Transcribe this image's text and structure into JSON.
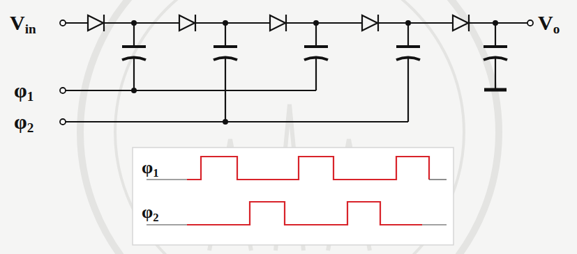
{
  "diagram": {
    "labels": [
      "Vin",
      "Vo",
      "φ1",
      "φ2",
      "φ1",
      "φ2"
    ]
  }
}
